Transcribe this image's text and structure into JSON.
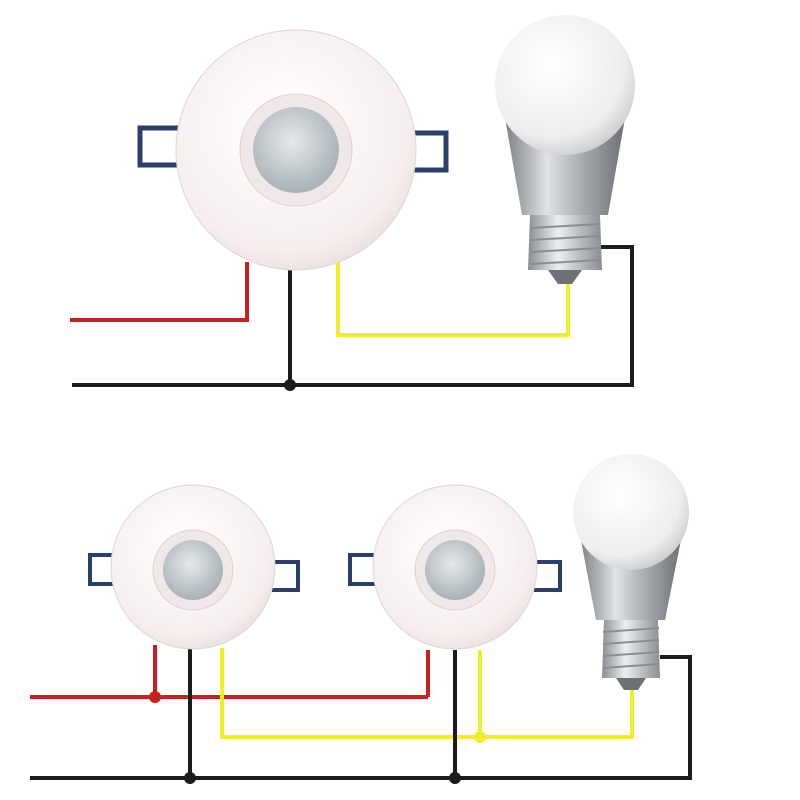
{
  "colors": {
    "background": "#ffffff",
    "wire_live": "#c8201e",
    "wire_neutral": "#1c1c1c",
    "wire_switched": "#f2ef2a",
    "sensor_body": "#f6eeee",
    "sensor_lens": "#c9cfd3",
    "bulb_glass": "#f3f3f3",
    "bulb_heatsink": "#b9bcbf",
    "bulb_screw": "#cfd2d4"
  },
  "diagrams": [
    {
      "sensors": 1,
      "bulbs": 1
    },
    {
      "sensors": 2,
      "bulbs": 1
    }
  ]
}
